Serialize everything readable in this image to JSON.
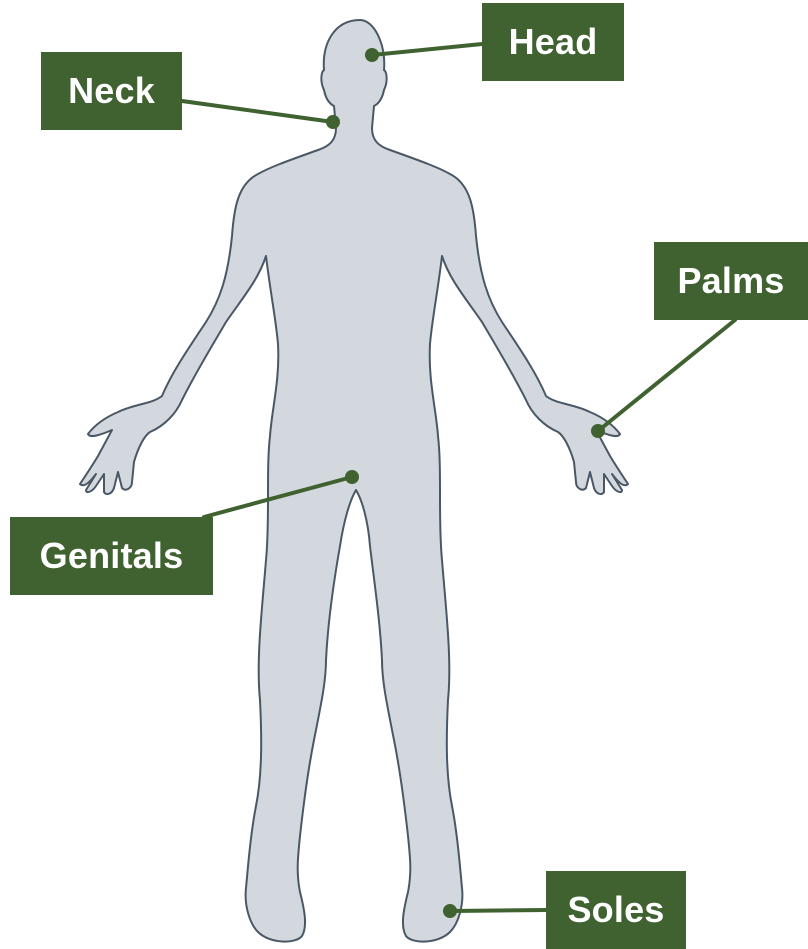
{
  "labels": {
    "head": "Head",
    "neck": "Neck",
    "palms": "Palms",
    "genitals": "Genitals",
    "soles": "Soles"
  },
  "colors": {
    "label_fill": "#3f6230",
    "label_text": "#ffffff",
    "connector": "#3f6230",
    "body_fill": "#d3d8de",
    "body_outline": "#4a5866"
  }
}
